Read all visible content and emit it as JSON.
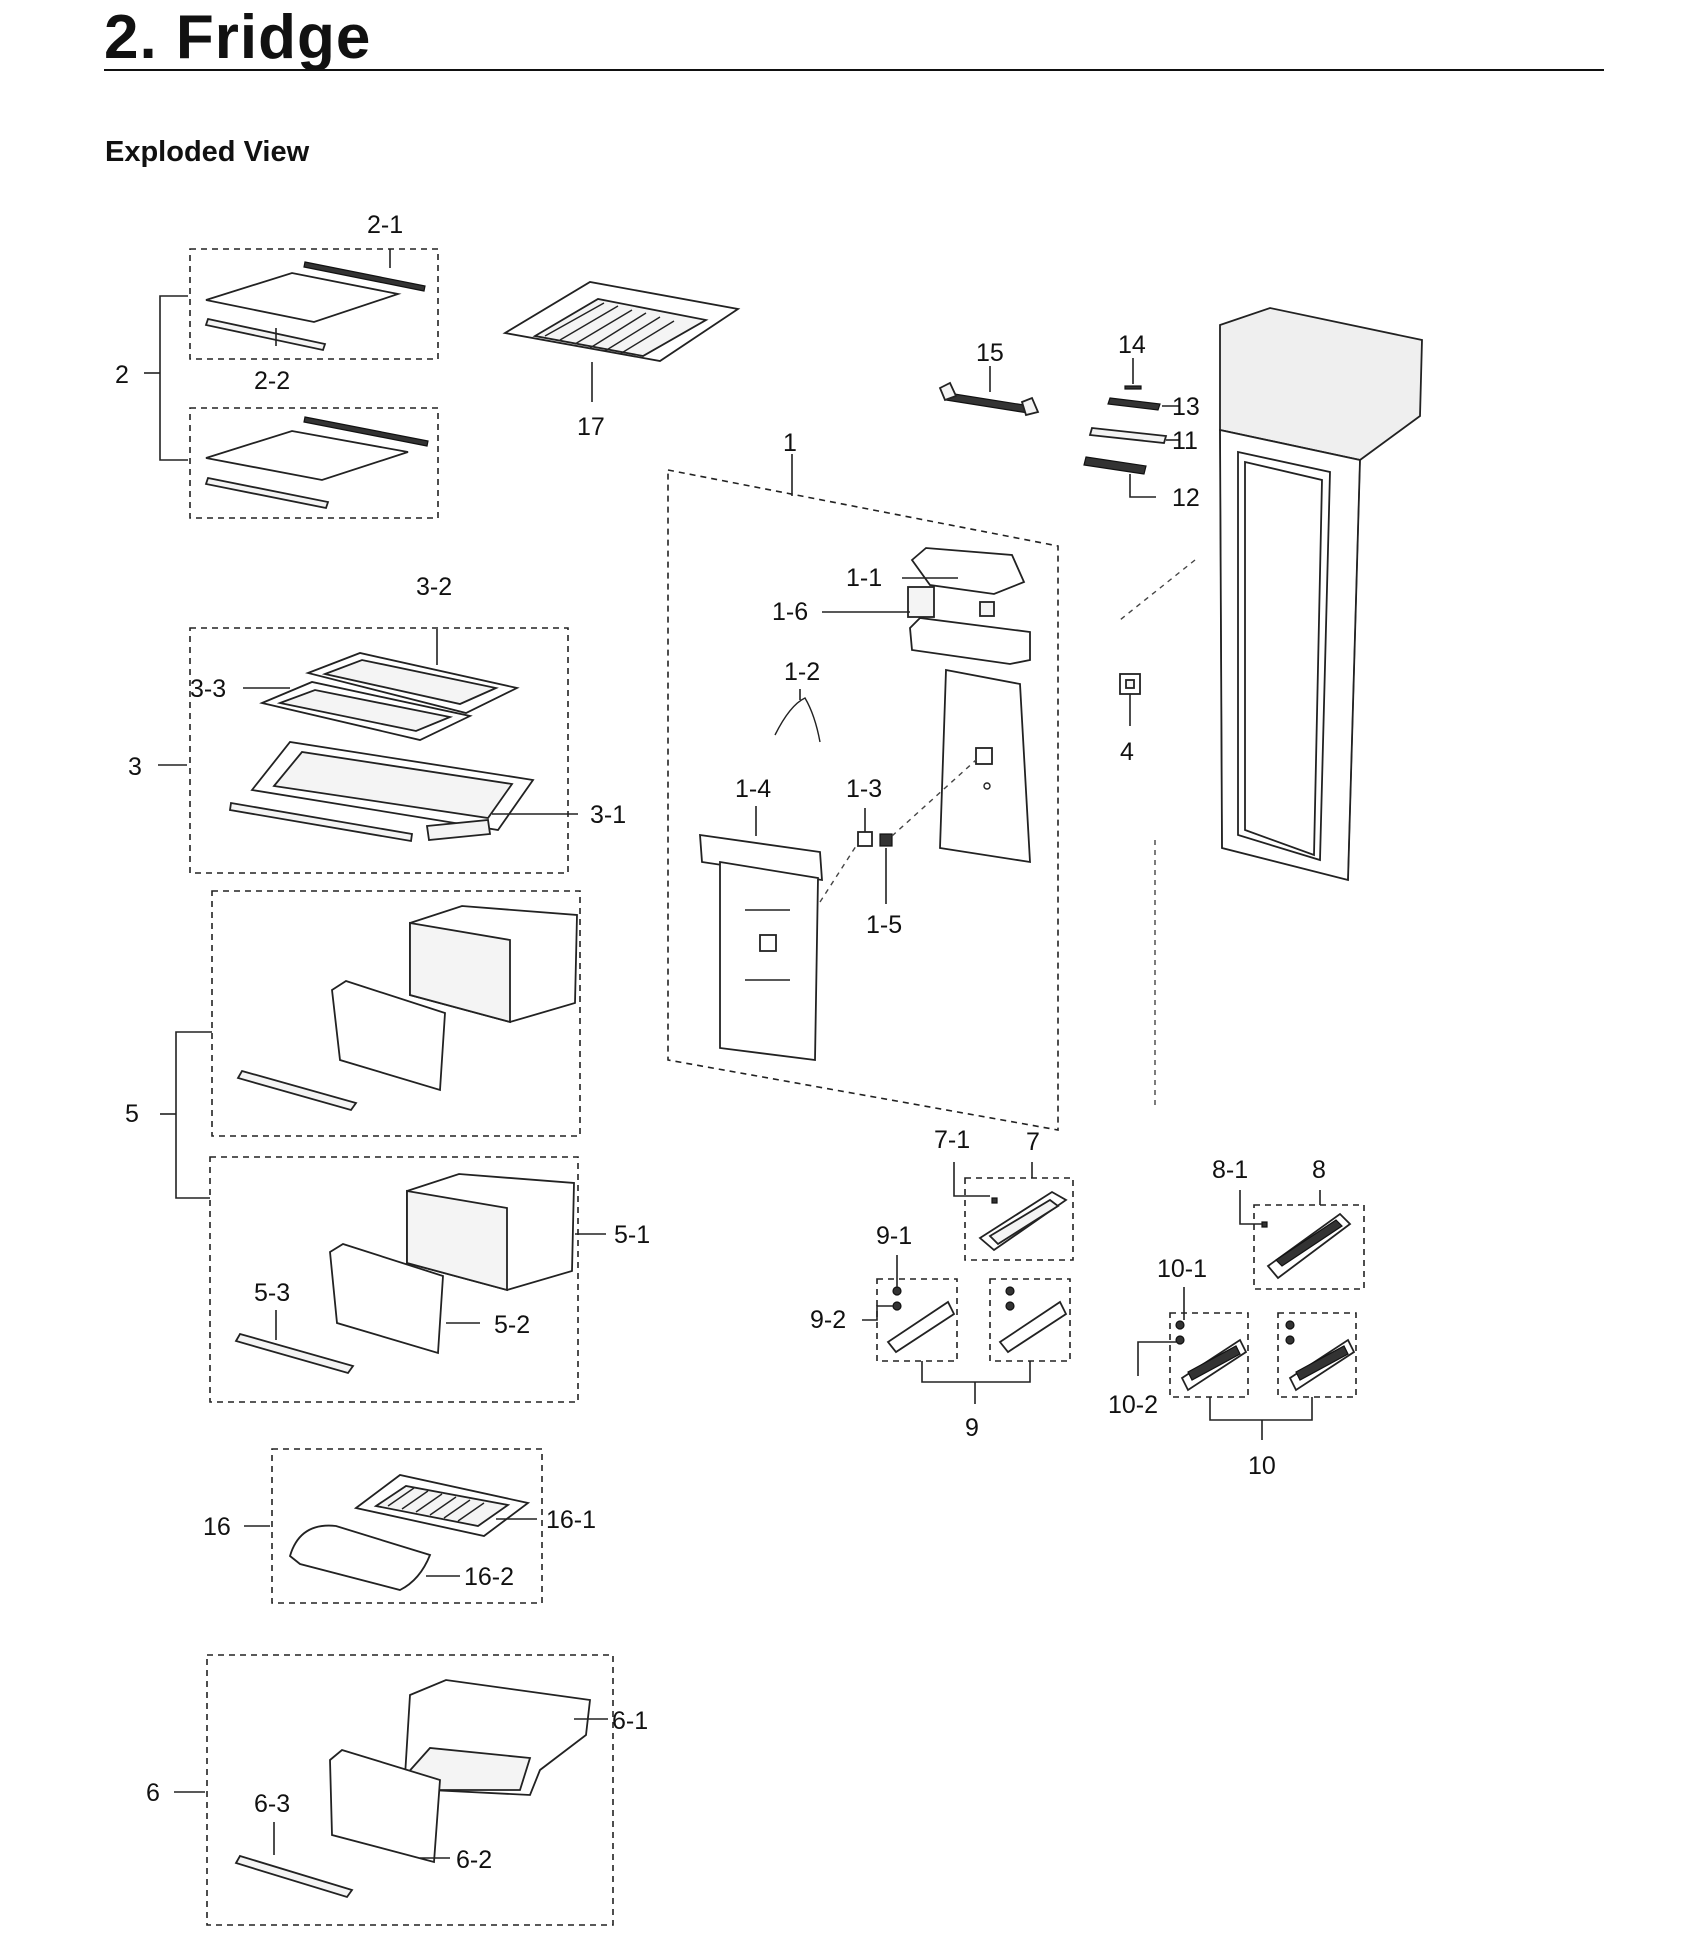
{
  "page": {
    "title": "2.  Fridge",
    "section": "Exploded View"
  },
  "callouts": {
    "c2": "2",
    "c2_1": "2-1",
    "c2_2": "2-2",
    "c17": "17",
    "c3": "3",
    "c3_1": "3-1",
    "c3_2": "3-2",
    "c3_3": "3-3",
    "c5": "5",
    "c5_1": "5-1",
    "c5_2": "5-2",
    "c5_3": "5-3",
    "c16": "16",
    "c16_1": "16-1",
    "c16_2": "16-2",
    "c6": "6",
    "c6_1": "6-1",
    "c6_2": "6-2",
    "c6_3": "6-3",
    "c1": "1",
    "c1_1": "1-1",
    "c1_2": "1-2",
    "c1_3": "1-3",
    "c1_4": "1-4",
    "c1_5": "1-5",
    "c1_6": "1-6",
    "c15": "15",
    "c14": "14",
    "c13": "13",
    "c11": "11",
    "c12": "12",
    "c4": "4",
    "c7": "7",
    "c7_1": "7-1",
    "c8": "8",
    "c8_1": "8-1",
    "c9": "9",
    "c9_1": "9-1",
    "c9_2": "9-2",
    "c10": "10",
    "c10_1": "10-1",
    "c10_2": "10-2"
  }
}
